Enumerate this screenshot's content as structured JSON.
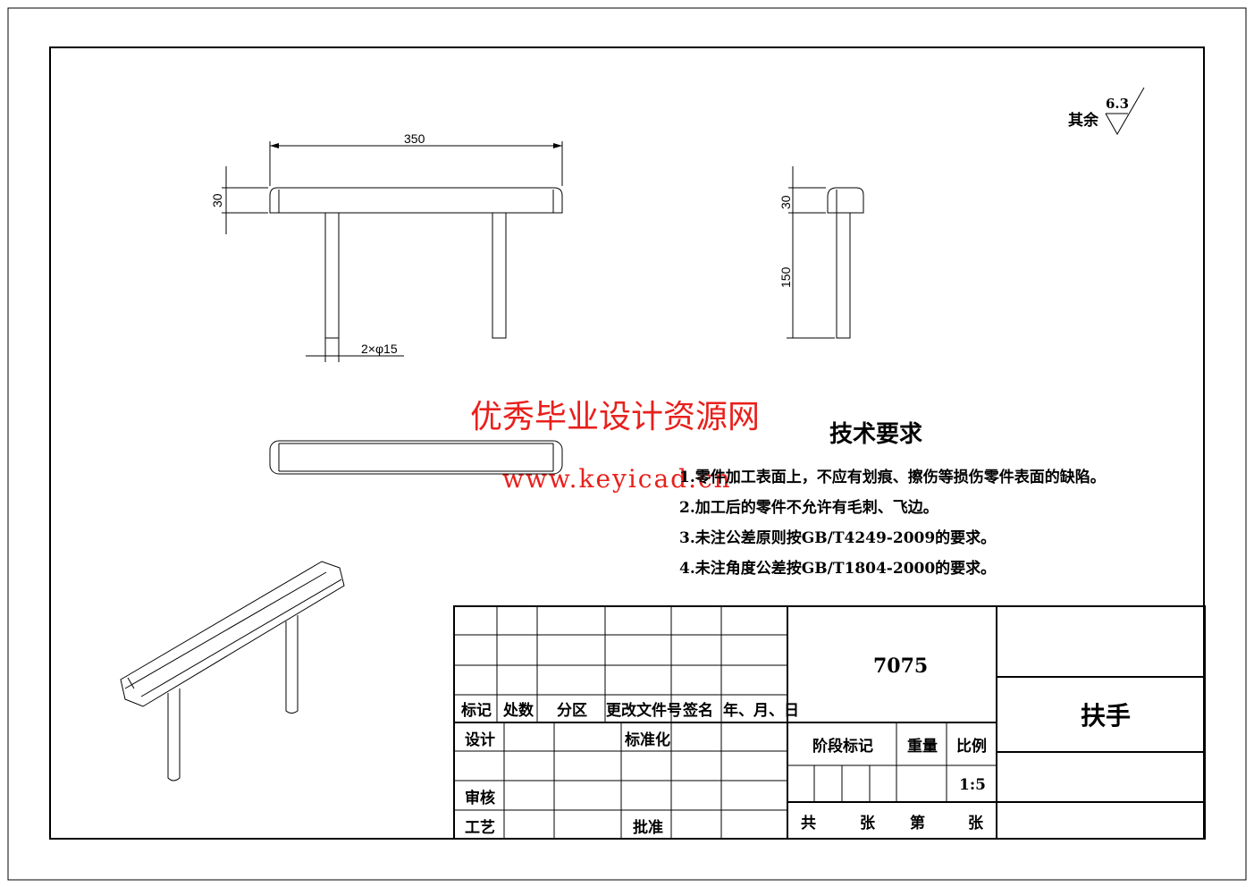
{
  "dimensions": {
    "length": "350",
    "height_top": "30",
    "height_side": "30",
    "leg_length": "150",
    "diameter": "2×φ15"
  },
  "roughness": {
    "label": "其余",
    "value": "6.3"
  },
  "watermark": {
    "line1": "优秀毕业设计资源网",
    "line2": "www.keyicad.cn"
  },
  "tech_requirements": {
    "title": "技术要求",
    "items": [
      "1.零件加工表面上，不应有划痕、擦伤等损伤零件表面的缺陷。",
      "2.加工后的零件不允许有毛刺、飞边。",
      "3.未注公差原则按GB/T4249-2009的要求。",
      "4.未注角度公差按GB/T1804-2000的要求。"
    ]
  },
  "title_block": {
    "revision_headers": [
      "标记",
      "处数",
      "分区",
      "更改文件号",
      "签名",
      "年、月、日"
    ],
    "design": "设计",
    "standardization": "标准化",
    "review": "审核",
    "process": "工艺",
    "approve": "批准",
    "material": "7075",
    "part_name": "扶手",
    "stage_mark": "阶段标记",
    "weight": "重量",
    "scale_label": "比例",
    "scale": "1:5",
    "sheets_total": "共",
    "sheets_unit1": "张",
    "sheet_no": "第",
    "sheets_unit2": "张"
  }
}
